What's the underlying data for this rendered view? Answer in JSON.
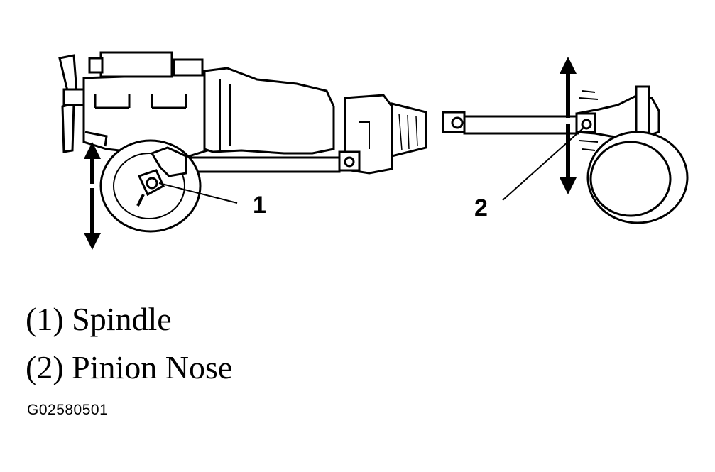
{
  "callouts": {
    "one": "1",
    "two": "2"
  },
  "legend": [
    {
      "text": "(1) Spindle"
    },
    {
      "text": "(2) Pinion Nose"
    }
  ],
  "figure_id": "G02580501",
  "colors": {
    "ink": "#000000",
    "paper": "#ffffff"
  }
}
